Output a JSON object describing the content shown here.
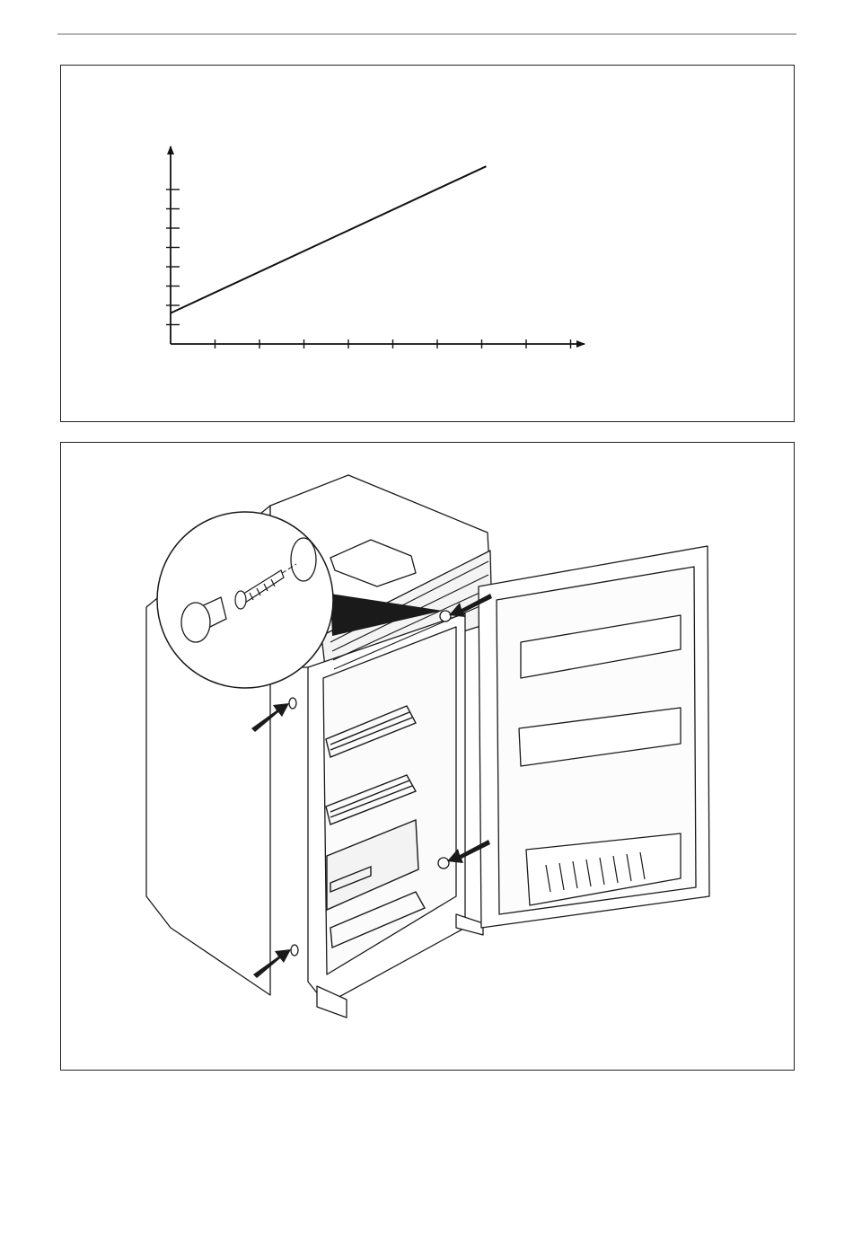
{
  "chart_data": {
    "type": "line",
    "title": "",
    "xlabel": "",
    "ylabel": "",
    "xlim": [
      0,
      9
    ],
    "ylim": [
      0,
      9
    ],
    "x_ticks": [
      1,
      2,
      3,
      4,
      5,
      6,
      7,
      8,
      9
    ],
    "y_ticks": [
      1,
      2,
      3,
      4,
      5,
      6,
      7,
      8
    ],
    "grid": false,
    "series": [
      {
        "x": [
          0,
          7.1
        ],
        "y": [
          1.6,
          9.2
        ]
      }
    ],
    "colors": {
      "line": "#111111",
      "axis": "#111111"
    }
  },
  "illustration": {
    "subject": "refrigerator-installation",
    "icons": [
      "screw-icon",
      "plug-cap-icon",
      "arrow-icon"
    ],
    "colors": {
      "stroke": "#1a1a1a",
      "fill": "#ffffff",
      "shade": "#9a9a9a"
    }
  }
}
